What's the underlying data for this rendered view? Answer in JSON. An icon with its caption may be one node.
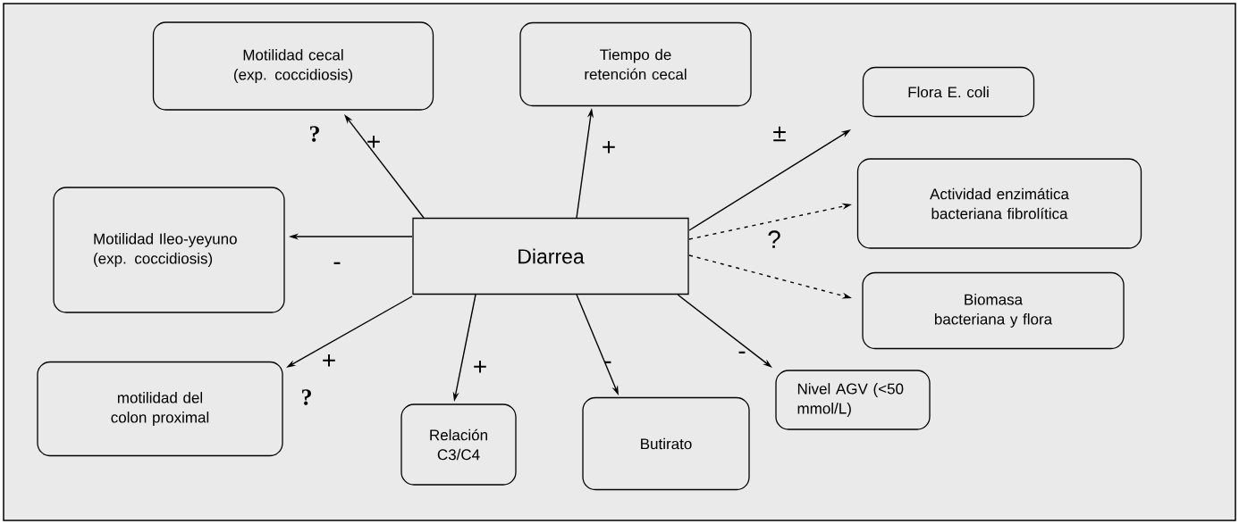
{
  "diagram": {
    "nodes": [
      {
        "text": [
          "Diarrea"
        ]
      },
      {
        "text": [
          "Motilidad cecal (exp. coccidiosis)"
        ]
      },
      {
        "text": [
          "Tiempo de retención cecal"
        ]
      },
      {
        "text": [
          "Flora E. coli"
        ]
      },
      {
        "text": [
          "Actividad enzimática bacteriana fibrolítica"
        ]
      },
      {
        "text": [
          "Biomasa bacteriana y flora"
        ]
      },
      {
        "text": [
          "Motilidad Ileo-yeyuno (exp. coccidiosis)"
        ]
      },
      {
        "text": [
          "motilidad del colon proximal"
        ]
      },
      {
        "text": [
          "Relación C3/C4"
        ]
      },
      {
        "text": [
          "Butirato"
        ]
      },
      {
        "text": [
          "Nivel AGV (<50 mmol/L)"
        ]
      }
    ],
    "edges": [
      {
        "from": 0,
        "to": 1,
        "arrow": "to",
        "label": "+"
      },
      {
        "from": 0,
        "to": 2,
        "arrow": "to",
        "label": "+"
      },
      {
        "from": 0,
        "to": 3,
        "arrow": "to",
        "label": "±"
      },
      {
        "from": 0,
        "to": 4,
        "arrow": "to",
        "label": "?",
        "style": "dashed"
      },
      {
        "from": 0,
        "to": 5,
        "arrow": "to",
        "style": "dashed"
      },
      {
        "from": 0,
        "to": 6,
        "arrow": "to",
        "label": "-"
      },
      {
        "from": 0,
        "to": 7,
        "arrow": "to",
        "label": "+"
      },
      {
        "from": 0,
        "to": 8,
        "arrow": "to",
        "label": "+"
      },
      {
        "from": 0,
        "to": 9,
        "arrow": "to",
        "label": "-"
      },
      {
        "from": 0,
        "to": 10,
        "arrow": "to",
        "label": "-"
      }
    ],
    "labels": [
      "?",
      "?"
    ]
  }
}
